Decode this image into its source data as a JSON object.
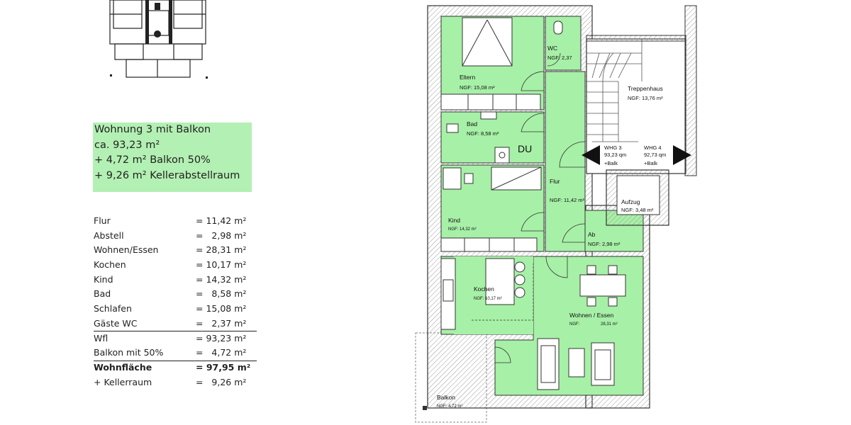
{
  "summary": {
    "title": "Wohnung 3 mit Balkon",
    "area": "ca. 93,23 m²",
    "balcony": "+ 4,72 m² Balkon 50%",
    "cellar": "+ 9,26 m² Kellerabstellraum"
  },
  "areas": [
    {
      "name": "Flur",
      "value": "= 11,42 m²"
    },
    {
      "name": "Abstell",
      "value": "=   2,98 m²"
    },
    {
      "name": "Wohnen/Essen",
      "value": "= 28,31 m²"
    },
    {
      "name": "Kochen",
      "value": "= 10,17 m²"
    },
    {
      "name": "Kind",
      "value": "= 14,32 m²"
    },
    {
      "name": "Bad",
      "value": "=   8,58 m²"
    },
    {
      "name": "Schlafen",
      "value": "= 15,08 m²"
    },
    {
      "name": "Gäste WC",
      "value": "=   2,37 m²"
    },
    {
      "name": "Wfl",
      "value": "= 93,23 m²"
    },
    {
      "name": "Balkon mit 50%",
      "value": "=   4,72 m²"
    },
    {
      "name": "Wohnfläche",
      "value": "= 97,95 m²"
    },
    {
      "name": "+ Kellerraum",
      "value": "=   9,26 m²"
    }
  ],
  "rooms": {
    "eltern": {
      "name": "Eltern",
      "area": "NGF: 15,08 m²"
    },
    "wc": {
      "name": "WC",
      "area": "NGF: 2,37"
    },
    "treppenhaus": {
      "name": "Treppenhaus",
      "area": "NGF: 13,76 m²"
    },
    "bad": {
      "name": "Bad",
      "area": "NGF: 8,58 m²"
    },
    "du": {
      "name": "DU"
    },
    "flur": {
      "name": "Flur",
      "area": "NGF: 11,42 m²"
    },
    "kind": {
      "name": "Kind",
      "area": "NGF: 14,32 m²"
    },
    "ab": {
      "name": "Ab",
      "area": "NGF: 2,98 m²"
    },
    "aufzug": {
      "name": "Aufzug",
      "area": "NGF: 3,48 m²"
    },
    "kochen": {
      "name": "Kochen",
      "area": "NGF: 10,17 m²"
    },
    "wohnen": {
      "name": "Wohnen / Essen",
      "area_label": "NGF:",
      "area_value": "28,31 m²"
    },
    "balkon": {
      "name": "Balkon",
      "area": "NGF: 4,72 m²"
    }
  },
  "whg3": {
    "name": "WHG 3",
    "area": "93,23 qm",
    "note": "+Balk"
  },
  "whg4": {
    "name": "WHG 4",
    "area": "92,73 qm",
    "note": "+Balk"
  },
  "colors": {
    "room_fill": "#a7f0a7",
    "highlight": "#b3f0b3",
    "wall": "#333333",
    "hatch": "#888888"
  }
}
